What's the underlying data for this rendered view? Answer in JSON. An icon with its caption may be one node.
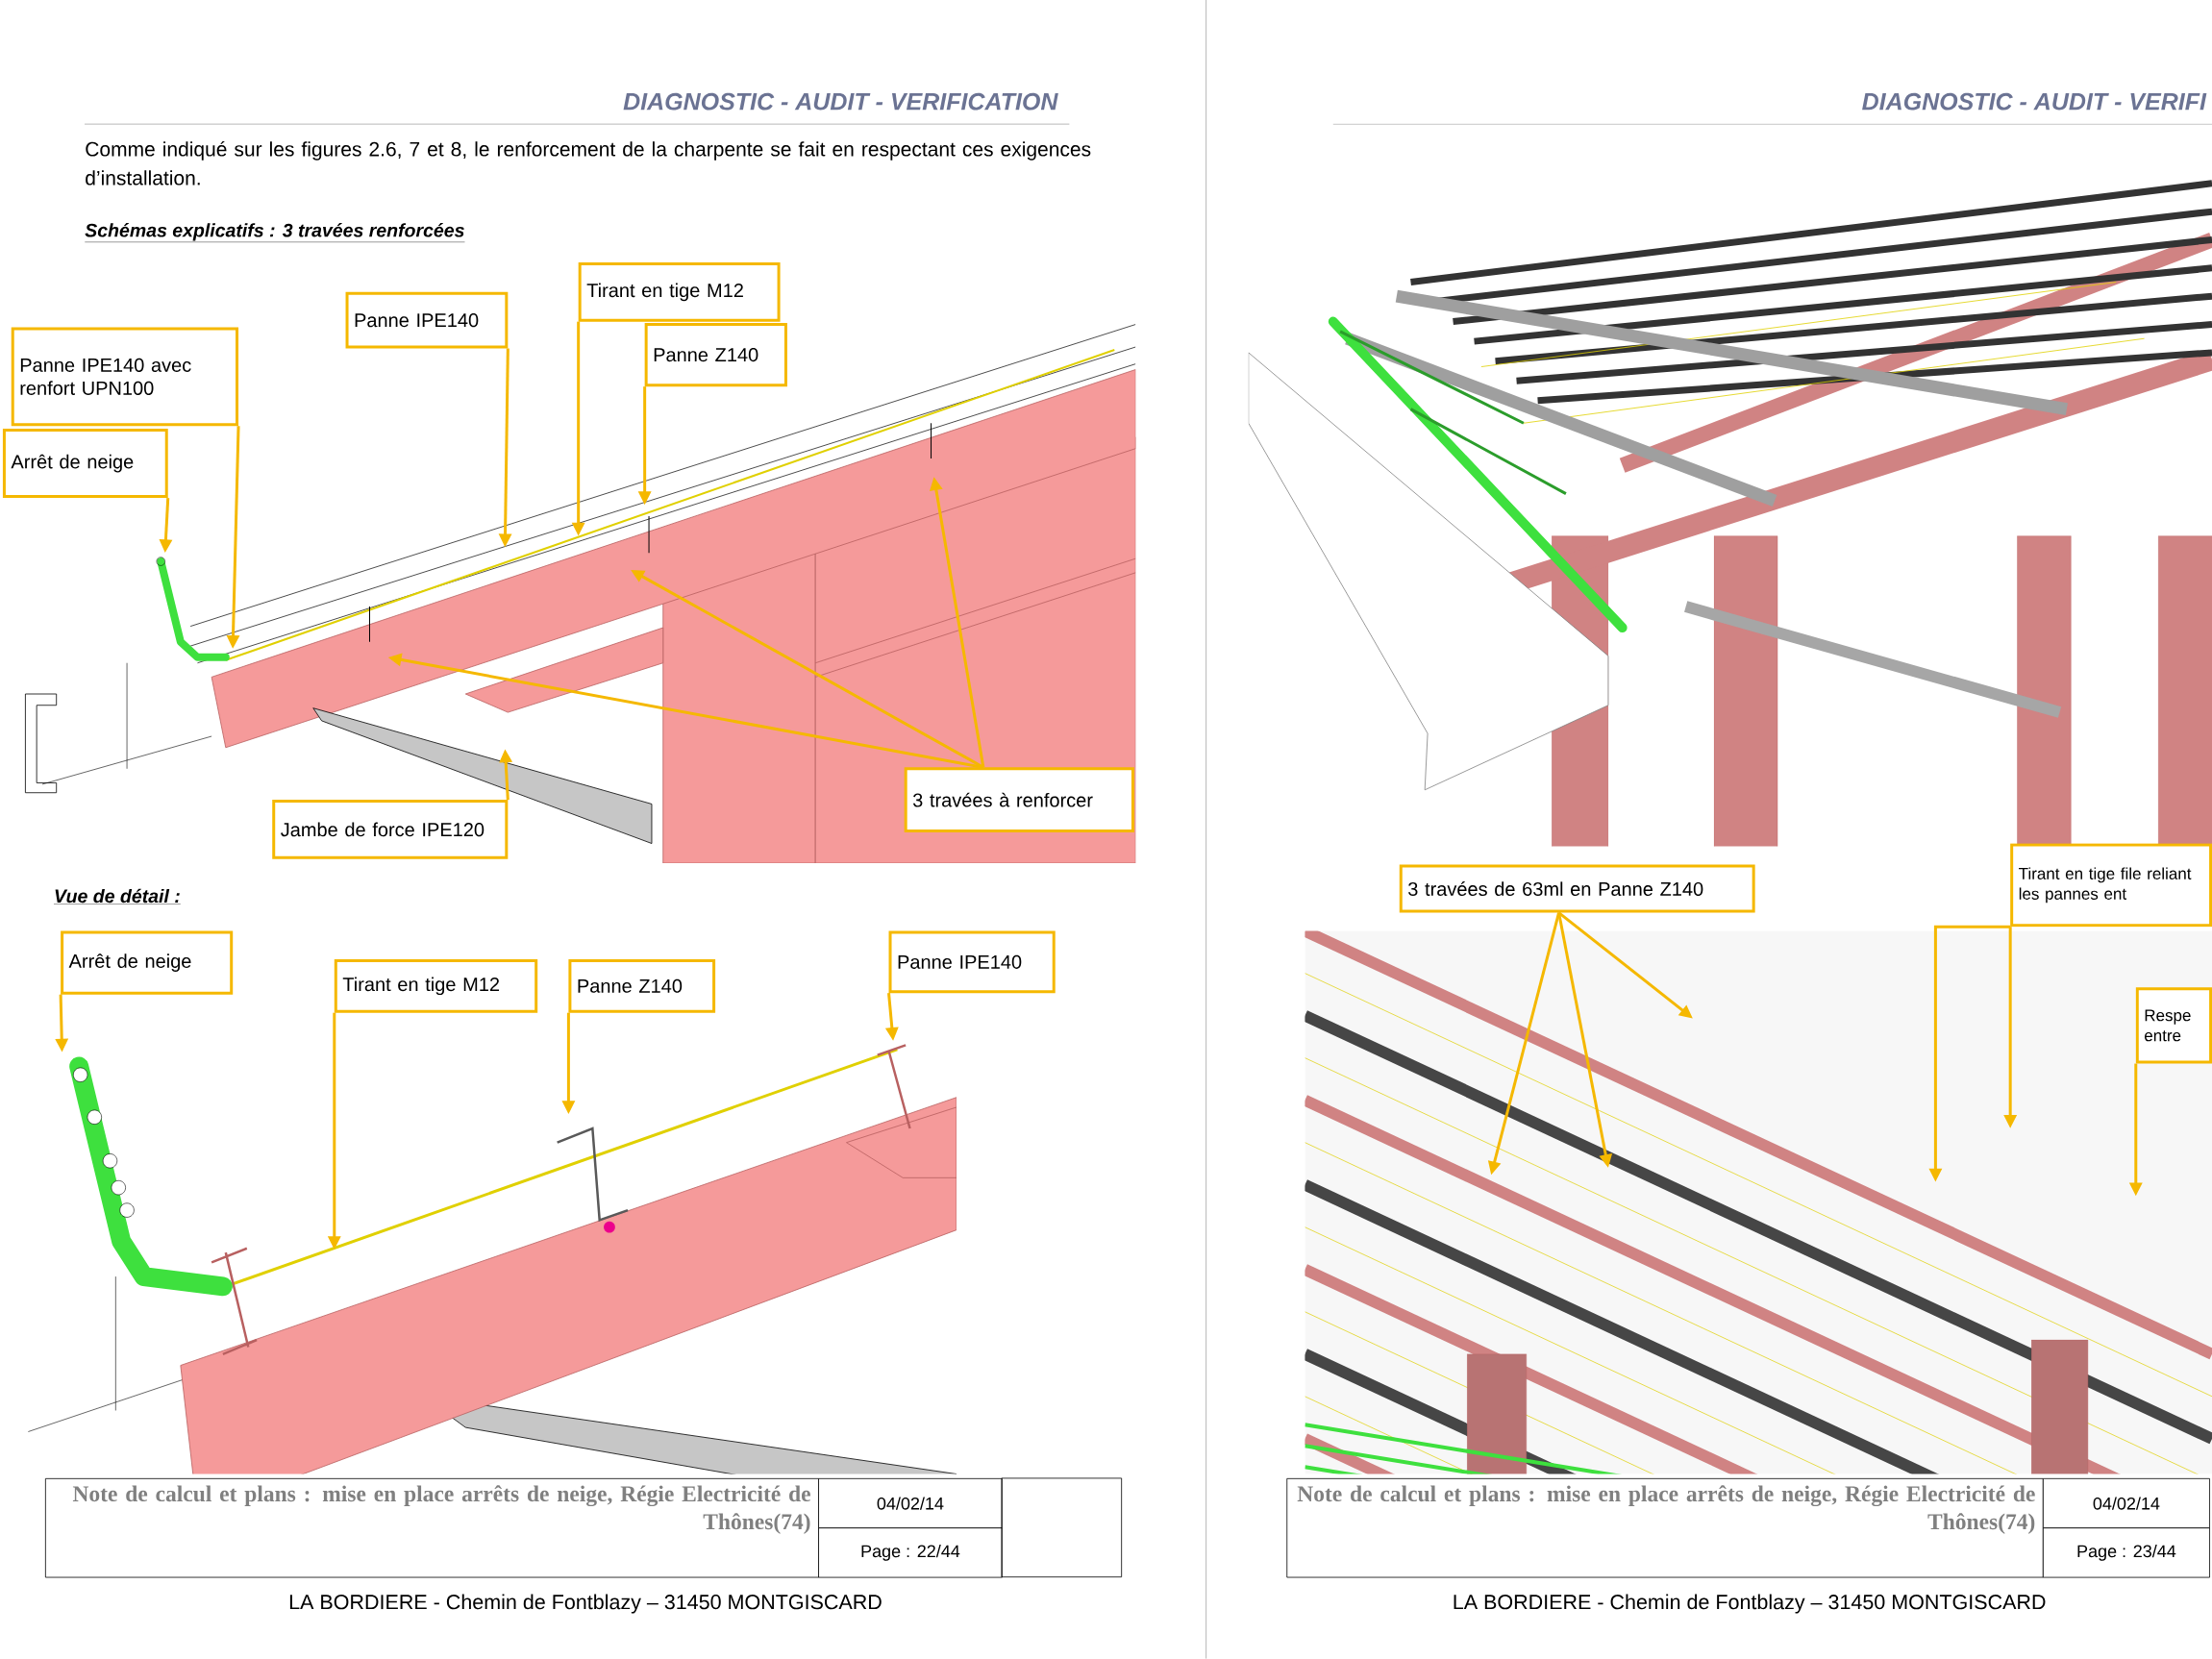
{
  "diagram": {
    "nodes": [
      {
        "text": [
          "Panne IPE140 avec renfort UPN100"
        ]
      },
      {
        "text": [
          "Arrêt de neige"
        ]
      },
      {
        "text": [
          "Panne IPE140"
        ]
      },
      {
        "text": [
          "Tirant en tige M12"
        ]
      },
      {
        "text": [
          "Panne Z140"
        ]
      },
      {
        "text": [
          "3 travées à renforcer"
        ]
      },
      {
        "text": [
          "Jambe de force IPE120"
        ]
      },
      {
        "text": [
          "Arrêt de neige"
        ]
      },
      {
        "text": [
          "Tirant en tige M12"
        ]
      },
      {
        "text": [
          "Panne Z140"
        ]
      },
      {
        "text": [
          "Panne IPE140"
        ]
      },
      {
        "text": [
          "3 travées de 63ml en Panne Z140"
        ]
      },
      {
        "text": [
          "Tirant en tige file reliant les pannes ent"
        ]
      },
      {
        "text": [
          "Respe entre"
        ]
      },
      {
        "text": [],
        "shape": "picture"
      },
      {
        "text": [],
        "shape": "picture"
      }
    ],
    "edges": [
      {
        "from": 0,
        "to": null,
        "arrow": "to"
      },
      {
        "from": 1,
        "to": null,
        "arrow": "to"
      },
      {
        "from": 2,
        "to": null,
        "arrow": "to"
      },
      {
        "from": 3,
        "to": null,
        "arrow": "to"
      },
      {
        "from": 4,
        "to": null,
        "arrow": "to"
      },
      {
        "from": 5,
        "to": null,
        "arrow": "to"
      },
      {
        "from": 5,
        "to": null,
        "arrow": "to"
      },
      {
        "from": 5,
        "to": null,
        "arrow": "to"
      },
      {
        "from": 6,
        "to": null,
        "arrow": "to"
      },
      {
        "from": 7,
        "to": 14,
        "arrow": "to"
      },
      {
        "from": 8,
        "to": null,
        "arrow": "to"
      },
      {
        "from": 9,
        "to": null,
        "arrow": "to"
      },
      {
        "from": 10,
        "to": 15,
        "arrow": "to"
      },
      {
        "from": 11,
        "to": null,
        "arrow": "to"
      },
      {
        "from": 11,
        "to": null,
        "arrow": "to"
      },
      {
        "from": 11,
        "to": null,
        "arrow": "to"
      },
      {
        "from": 12,
        "to": null,
        "arrow": "to"
      },
      {
        "from": 12,
        "to": null,
        "arrow": "to"
      },
      {
        "from": 13,
        "to": null,
        "arrow": "to"
      }
    ],
    "labels": [
      "DIAGNOSTIC - AUDIT - VERIFICATION",
      "Comme indiqué sur les figures 2.6, 7 et 8, le renforcement de la charpente se fait en respectant ces exigences d’installation.",
      "Schémas explicatifs : 3 travées renforcées",
      "Vue de détail :",
      "Note de calcul et plans : mise en place arrêts de neige, Régie Electricité de Thônes(74)",
      "04/02/14",
      "Page : 22/44",
      "LA BORDIERE - Chemin de Fontblazy – 31450 MONTGISCARD",
      "DIAGNOSTIC - AUDIT - VERIFI",
      "Note de calcul et plans : mise en place arrêts de neige, Régie Electricité de Thônes(74)",
      "04/02/14",
      "Page : 23/44",
      "LA BORDIERE - Chemin de Fontblazy – 31450 MONTGISCARD"
    ]
  }
}
